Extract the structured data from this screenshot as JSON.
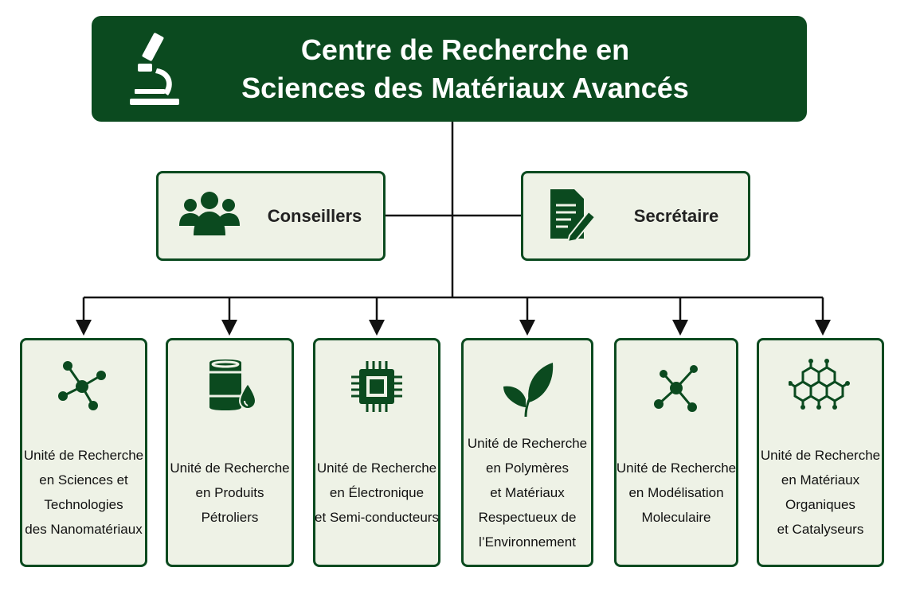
{
  "title": {
    "line1": "Centre de Recherche en",
    "line2": "Sciences des Matériaux Avancés"
  },
  "staff": {
    "advisors": "Conseillers",
    "secretary": "Secrétaire"
  },
  "units": [
    {
      "icon": "molecule-icon",
      "lines": [
        "Unité de Recherche",
        "en Sciences et",
        "Technologies",
        "des Nanomatériaux"
      ]
    },
    {
      "icon": "oil-barrel-icon",
      "lines": [
        "Unité de Recherche",
        "en Produits",
        "Pétroliers"
      ]
    },
    {
      "icon": "microchip-icon",
      "lines": [
        "Unité de Recherche",
        "en Électronique",
        "et Semi-conducteurs"
      ]
    },
    {
      "icon": "leaf-icon",
      "lines": [
        "Unité de Recherche",
        "en Polymères",
        "et Matériaux",
        "Respectueux de",
        "l’Environnement"
      ]
    },
    {
      "icon": "molecule-model-icon",
      "lines": [
        "Unité de Recherche",
        "en Modélisation",
        "Moleculaire"
      ]
    },
    {
      "icon": "hexagon-lattice-icon",
      "lines": [
        "Unité de Recherche",
        "en Matériaux",
        "Organiques",
        "et Catalyseurs"
      ]
    }
  ],
  "colors": {
    "primary": "#0b4a1f",
    "box_fill": "#eef2e6",
    "connector": "#111111"
  }
}
